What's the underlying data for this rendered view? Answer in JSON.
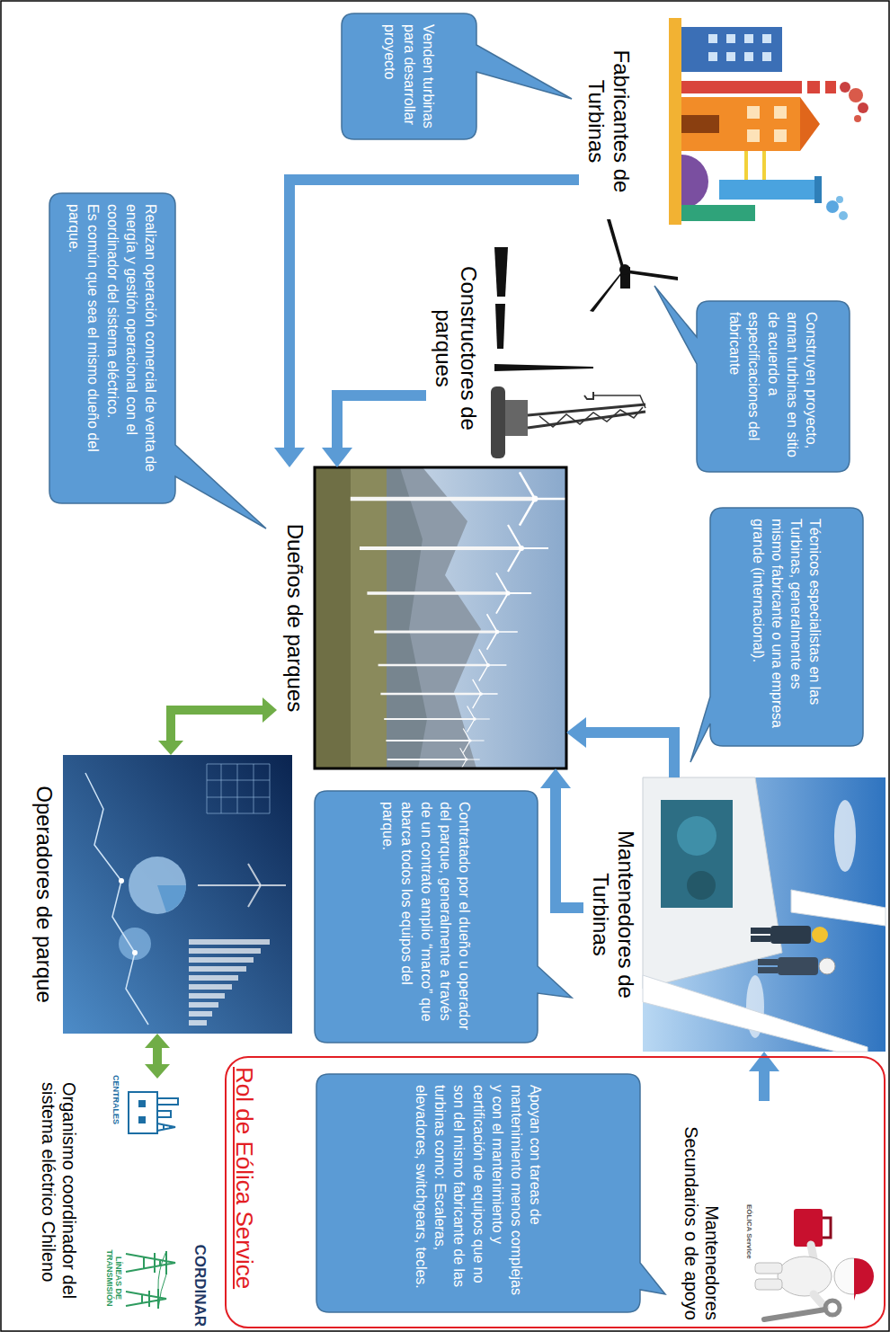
{
  "diagram": {
    "nodes": [
      {
        "text": [
          "Fabricantes de Turbinas"
        ]
      },
      {
        "text": [
          "Venden turbinas para desarrollar proyecto"
        ]
      },
      {
        "text": [
          "Constructores de parques"
        ]
      },
      {
        "text": [
          "Construyen proyecto, arman turbinas en sitio de acuerdo a especificaciones del fabricante"
        ]
      },
      {
        "text": [
          "Dueños de parques"
        ]
      },
      {
        "text": [
          "Técnicos especialistas en las Turbinas, generalmente es mismo fabricante o una empresa grande (internacional)."
        ]
      },
      {
        "text": [
          "Mantenedores de Turbinas"
        ]
      },
      {
        "text": [
          "Contratado por el dueño u operador del parque, generalmente a través de un contrato amplio “marco” que abarca todos los equipos del parque."
        ]
      },
      {
        "text": [
          "Rol de Eólica Service"
        ]
      },
      {
        "text": [
          "Mantenedores Secundarios o de apoyo"
        ],
        "in": 8
      },
      {
        "text": [
          "Apoyan con tareas de mantenimiento menos complejas y con el mantenimiento y certificación de equipos que no son del mismo fabricante de las turbinas como: Escaleras, elevadores, switchgears, tecles."
        ],
        "in": 8
      },
      {
        "text": [
          "Realizan operación comercial de venta de energía y gestión operacional con el coordinador del sistema eléctrico.",
          "Es común que sea el mismo dueño del parque."
        ]
      },
      {
        "text": [
          "Operadores de parque"
        ]
      },
      {
        "text": [
          "Organismo coordinador del sistema eléctrico Chileno"
        ]
      }
    ],
    "edges": [
      {
        "from": 0,
        "to": 4,
        "arrow": "to"
      },
      {
        "from": 2,
        "to": 4,
        "arrow": "to"
      },
      {
        "from": 6,
        "to": 4,
        "arrow": "to"
      },
      {
        "from": 6,
        "to": 4,
        "arrow": "to"
      },
      {
        "from": 9,
        "to": 6,
        "arrow": "to"
      },
      {
        "from": 4,
        "to": 12,
        "arrow": "both"
      },
      {
        "from": 12,
        "to": 13,
        "arrow": "both"
      }
    ],
    "labels": [
      "EÓLICA Service",
      "CORDINAR",
      "CENTRALES",
      "LÍNEAS DE TRANSMISIÓN"
    ]
  }
}
